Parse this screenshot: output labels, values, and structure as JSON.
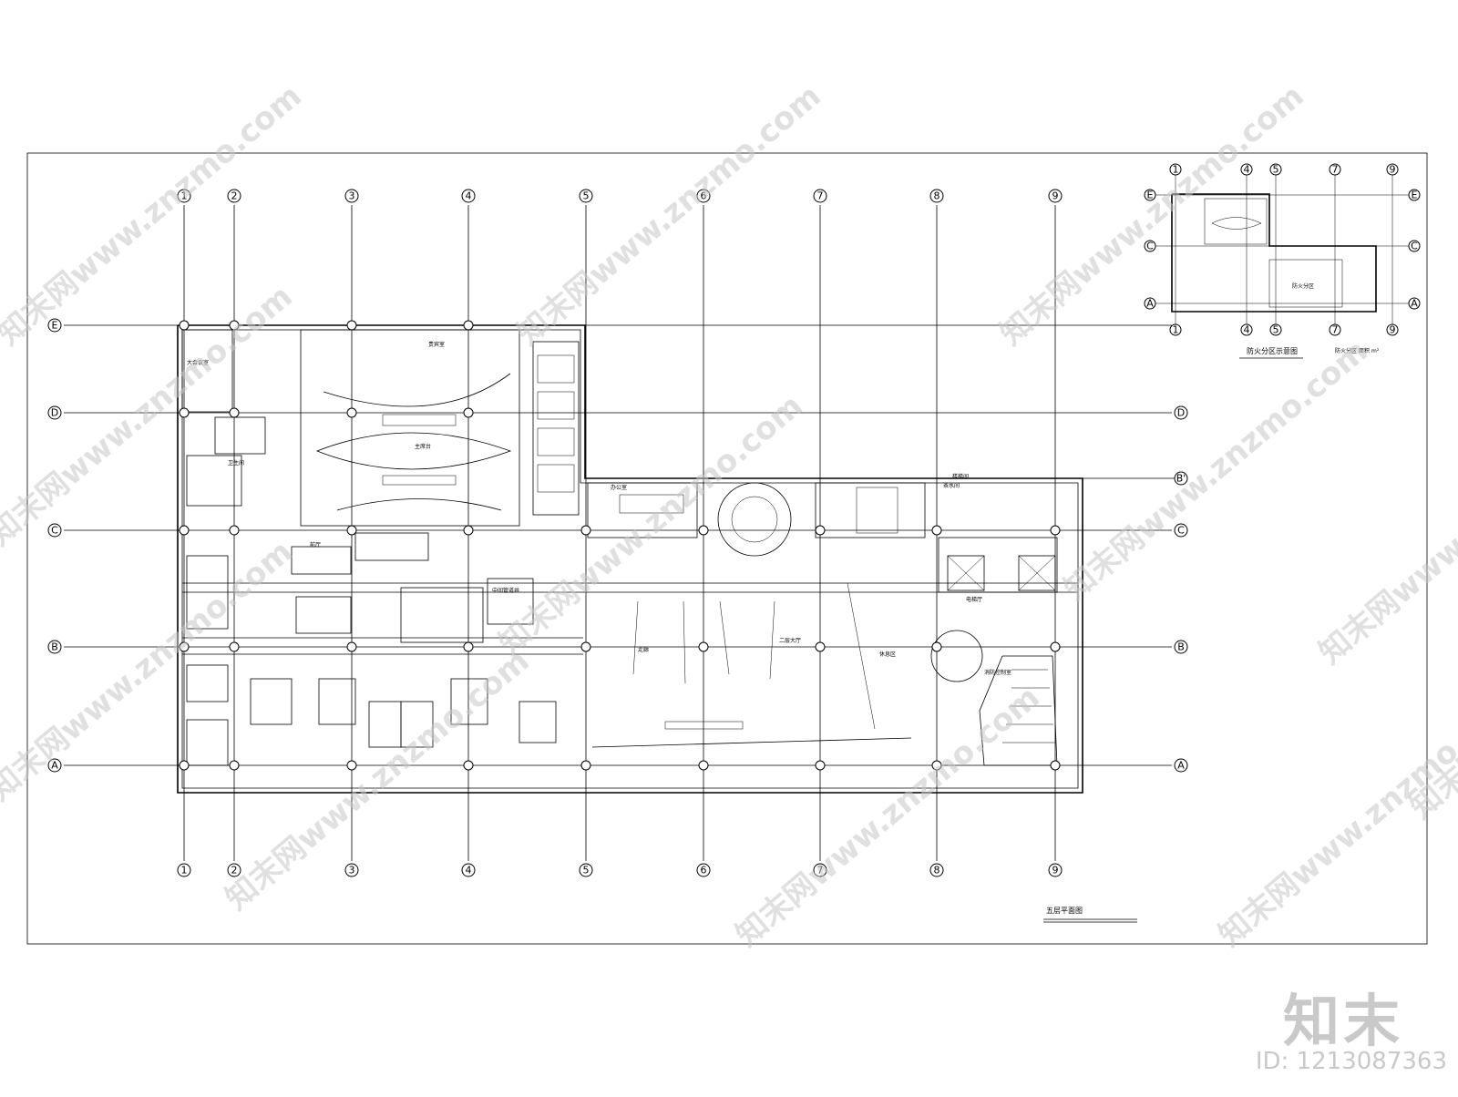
{
  "grid": {
    "columns": [
      "1",
      "2",
      "3",
      "4",
      "5",
      "6",
      "7",
      "8",
      "9"
    ],
    "rows": [
      "E",
      "D",
      "C",
      "B",
      "A"
    ],
    "row_mid": "B'"
  },
  "inset": {
    "columns": [
      "1",
      "4",
      "5",
      "7",
      "9"
    ],
    "rows": [
      "E",
      "C",
      "A"
    ],
    "title": "防火分区示意图",
    "area_label": "防火分区 面积",
    "area_unit": "m²",
    "zone_label": "防火分区"
  },
  "plan": {
    "title": "五层平面图",
    "rooms": [
      "大会议室",
      "贵宾室",
      "主席台",
      "前厅",
      "办公室",
      "走廊",
      "电梯厅",
      "中间管道井",
      "楼梯间",
      "卫生间",
      "茶水间",
      "消防控制室",
      "二层大厅",
      "休息区"
    ]
  },
  "watermark": {
    "text": "知末网www.znzmo.com",
    "brand": "知末",
    "id_label": "ID: 1213087363"
  }
}
